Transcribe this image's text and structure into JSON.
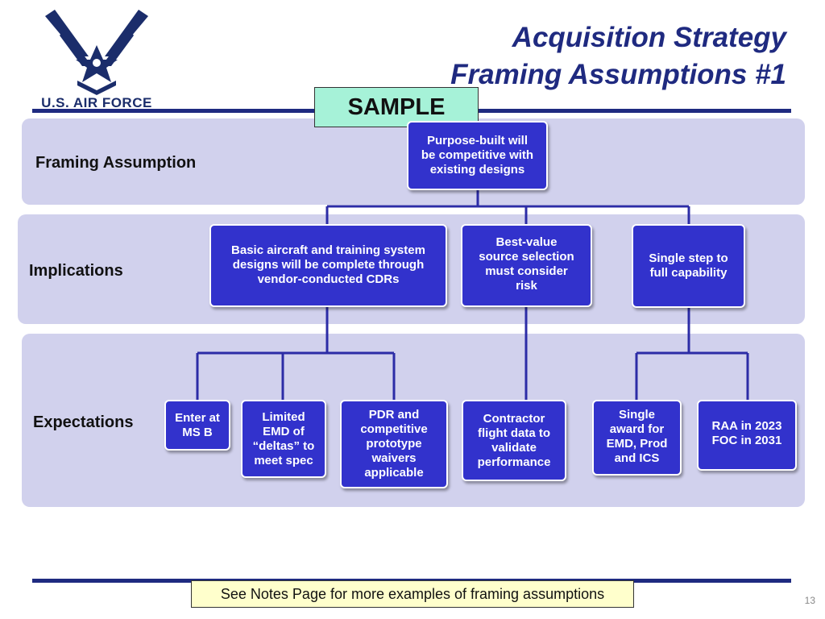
{
  "header": {
    "logo_text": "U.S. AIR FORCE",
    "title_line1": "Acquisition Strategy",
    "title_line2": "Framing Assumptions #1",
    "stamp": "SAMPLE"
  },
  "rows": {
    "framing_label": "Framing Assumption",
    "implications_label": "Implications",
    "expectations_label": "Expectations"
  },
  "framing_box": "Purpose-built will\nbe competitive with\nexisting designs",
  "implications": [
    "Basic aircraft and training system\ndesigns will be complete through\nvendor-conducted CDRs",
    "Best-value\nsource selection\nmust consider\nrisk",
    "Single step to\nfull capability"
  ],
  "expectations": [
    "Enter at\nMS B",
    "Limited\nEMD of\n“deltas” to\nmeet spec",
    "PDR and\ncompetitive\nprototype\nwaivers\napplicable",
    "Contractor\nflight data to\nvalidate\nperformance",
    "Single\naward for\nEMD, Prod\nand ICS",
    "RAA in 2023\nFOC in 2031"
  ],
  "footer": {
    "note": "See Notes Page for more examples of framing assumptions",
    "page_number": "13"
  },
  "colors": {
    "box_fill": "#3232cc",
    "band_fill": "#d1d1ed",
    "title": "#1f2a80",
    "stamp_fill": "#a6f2d8",
    "note_fill": "#ffffcc"
  }
}
